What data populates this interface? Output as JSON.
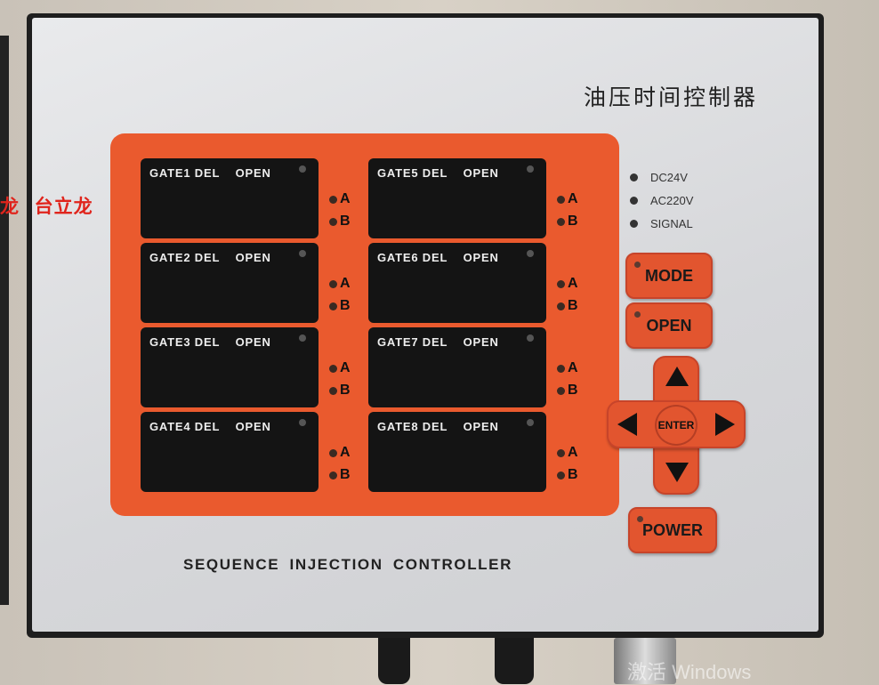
{
  "side_label": "龙  台立龙",
  "device": {
    "title_cn": "油压时间控制器",
    "footer": "SEQUENCE INJECTION CONTROLLER",
    "gates": [
      {
        "label": "GATE1 DEL    OPEN",
        "a": "A",
        "b": "B"
      },
      {
        "label": "GATE2 DEL    OPEN",
        "a": "A",
        "b": "B"
      },
      {
        "label": "GATE3 DEL    OPEN",
        "a": "A",
        "b": "B"
      },
      {
        "label": "GATE4 DEL    OPEN",
        "a": "A",
        "b": "B"
      },
      {
        "label": "GATE5 DEL    OPEN",
        "a": "A",
        "b": "B"
      },
      {
        "label": "GATE6 DEL    OPEN",
        "a": "A",
        "b": "B"
      },
      {
        "label": "GATE7 DEL    OPEN",
        "a": "A",
        "b": "B"
      },
      {
        "label": "GATE8 DEL    OPEN",
        "a": "A",
        "b": "B"
      }
    ],
    "indicators": [
      "DC24V",
      "AC220V",
      "SIGNAL"
    ],
    "buttons": {
      "mode": "MODE",
      "open": "OPEN",
      "enter": "ENTER",
      "power": "POWER"
    }
  },
  "watermark": "激活 Windows"
}
